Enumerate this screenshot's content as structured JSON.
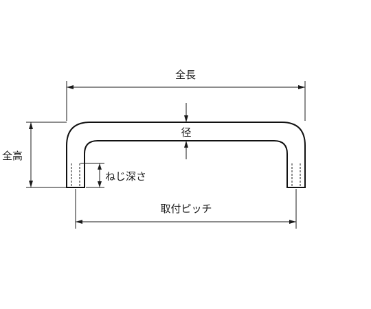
{
  "diagram": {
    "labels": {
      "overall_length": "全長",
      "diameter": "径",
      "overall_height": "全高",
      "thread_depth": "ねじ深さ",
      "mounting_pitch": "取付ピッチ"
    }
  }
}
